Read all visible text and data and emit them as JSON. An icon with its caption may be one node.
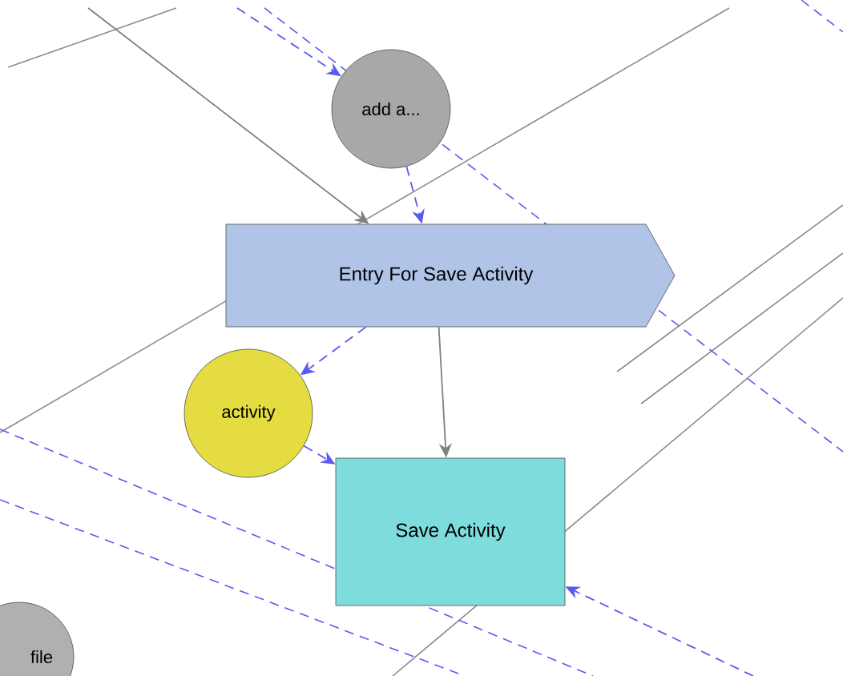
{
  "diagram": {
    "nodes": [
      {
        "text": [
          "add a..."
        ]
      },
      {
        "text": [
          "Entry For Save Activity"
        ]
      },
      {
        "text": [
          "activity"
        ]
      },
      {
        "text": [
          "Save Activity"
        ]
      },
      {
        "text": [
          "file"
        ]
      }
    ],
    "edges": [
      {
        "from": null,
        "to": 1,
        "arrow": "to",
        "color": "#808080"
      },
      {
        "from": null,
        "to": 0,
        "arrow": "to",
        "style": "dashed"
      },
      {
        "from": 0,
        "to": 1,
        "arrow": "to",
        "style": "dashed"
      },
      {
        "from": 1,
        "to": 2,
        "arrow": "to",
        "style": "dashed"
      },
      {
        "from": 2,
        "to": 3,
        "arrow": "to",
        "style": "dashed"
      },
      {
        "from": 1,
        "to": 3,
        "arrow": "to",
        "color": "#808080"
      },
      {
        "from": null,
        "to": 3,
        "arrow": "to",
        "style": "dashed"
      }
    ]
  }
}
